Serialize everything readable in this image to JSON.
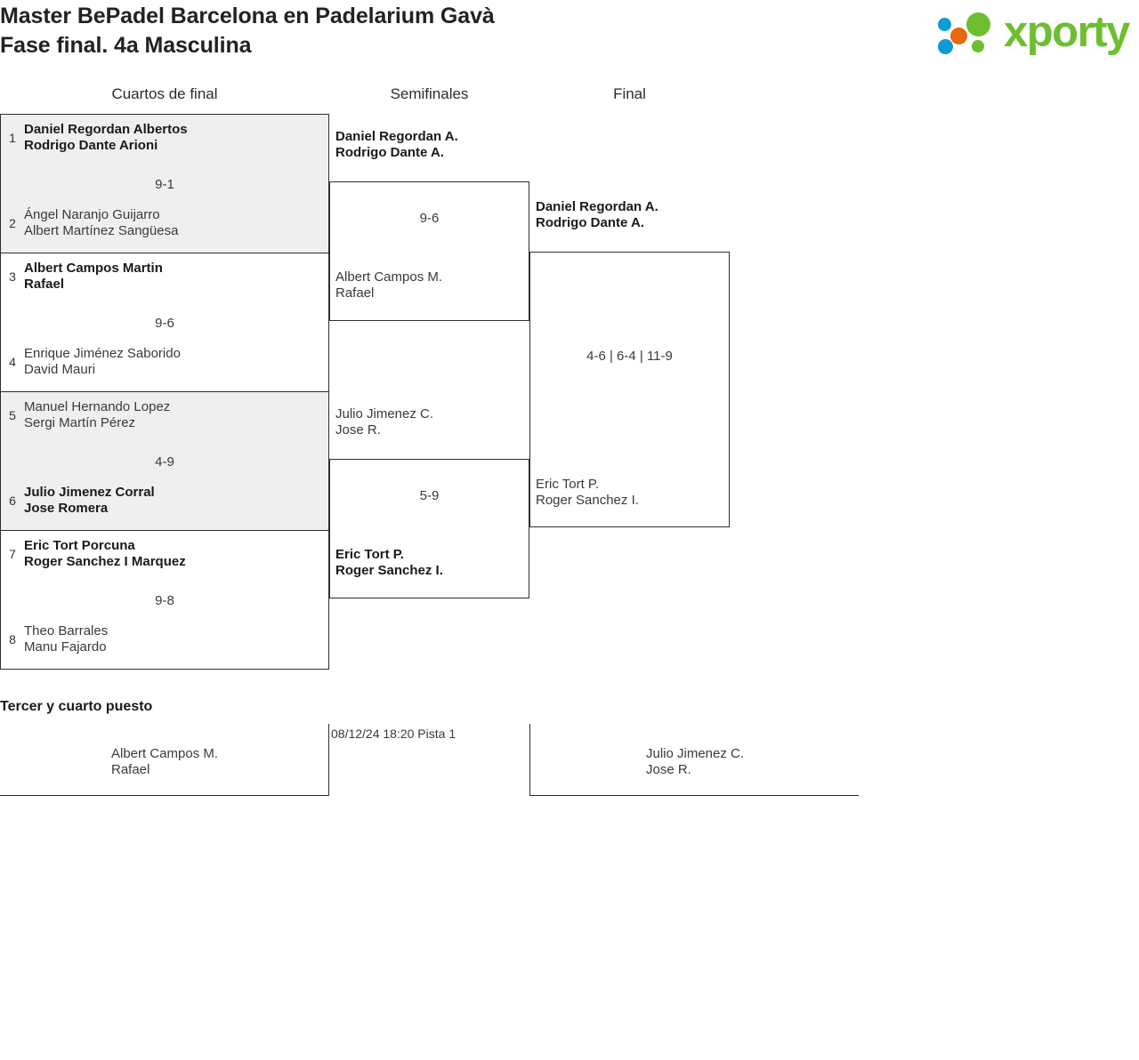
{
  "header": {
    "title_line1": "Master BePadel Barcelona en Padelarium Gavà",
    "title_line2": "Fase final. 4a Masculina",
    "logo_text": "xporty",
    "logo_colors": {
      "green": "#6ebe2f",
      "blue": "#0d9bd8",
      "orange": "#e8690b"
    }
  },
  "rounds": {
    "quarterfinals_label": "Cuartos de final",
    "semifinals_label": "Semifinales",
    "final_label": "Final"
  },
  "bracket": {
    "quarterfinals": [
      {
        "top": {
          "seed": "1",
          "p1": "Daniel Regordan Albertos",
          "p2": "Rodrigo Dante Arioni",
          "winner": true
        },
        "bottom": {
          "seed": "2",
          "p1": "Ángel Naranjo Guijarro",
          "p2": "Albert Martínez Sangüesa",
          "winner": false
        },
        "score": "9-1",
        "shaded": true
      },
      {
        "top": {
          "seed": "3",
          "p1": "Albert Campos Martin",
          "p2": "Rafael",
          "winner": true
        },
        "bottom": {
          "seed": "4",
          "p1": "Enrique Jiménez Saborido",
          "p2": "David Mauri",
          "winner": false
        },
        "score": "9-6",
        "shaded": false
      },
      {
        "top": {
          "seed": "5",
          "p1": "Manuel Hernando Lopez",
          "p2": "Sergi Martín Pérez",
          "winner": false
        },
        "bottom": {
          "seed": "6",
          "p1": "Julio Jimenez Corral",
          "p2": "Jose Romera",
          "winner": true
        },
        "score": "4-9",
        "shaded": true
      },
      {
        "top": {
          "seed": "7",
          "p1": "Eric Tort Porcuna",
          "p2": "Roger Sanchez I Marquez",
          "winner": true
        },
        "bottom": {
          "seed": "8",
          "p1": "Theo Barrales",
          "p2": "Manu Fajardo",
          "winner": false
        },
        "score": "9-8",
        "shaded": false
      }
    ],
    "semifinals": [
      {
        "top": {
          "p1": "Daniel Regordan A.",
          "p2": "Rodrigo Dante A.",
          "winner": true
        },
        "bottom": {
          "p1": "Albert Campos M.",
          "p2": "Rafael",
          "winner": false
        },
        "score": "9-6"
      },
      {
        "top": {
          "p1": "Julio Jimenez C.",
          "p2": "Jose R.",
          "winner": false
        },
        "bottom": {
          "p1": "Eric Tort P.",
          "p2": "Roger Sanchez I.",
          "winner": true
        },
        "score": "5-9"
      }
    ],
    "final": {
      "top": {
        "p1": "Daniel Regordan A.",
        "p2": "Rodrigo Dante A.",
        "winner": true
      },
      "bottom": {
        "p1": "Eric Tort P.",
        "p2": "Roger Sanchez I.",
        "winner": false
      },
      "score": "4-6 | 6-4 | 11-9"
    }
  },
  "third_place": {
    "title": "Tercer y cuarto puesto",
    "left": {
      "p1": "Albert Campos M.",
      "p2": "Rafael"
    },
    "meta": "08/12/24 18:20 Pista 1",
    "right": {
      "p1": "Julio Jimenez C.",
      "p2": "Jose R."
    }
  }
}
